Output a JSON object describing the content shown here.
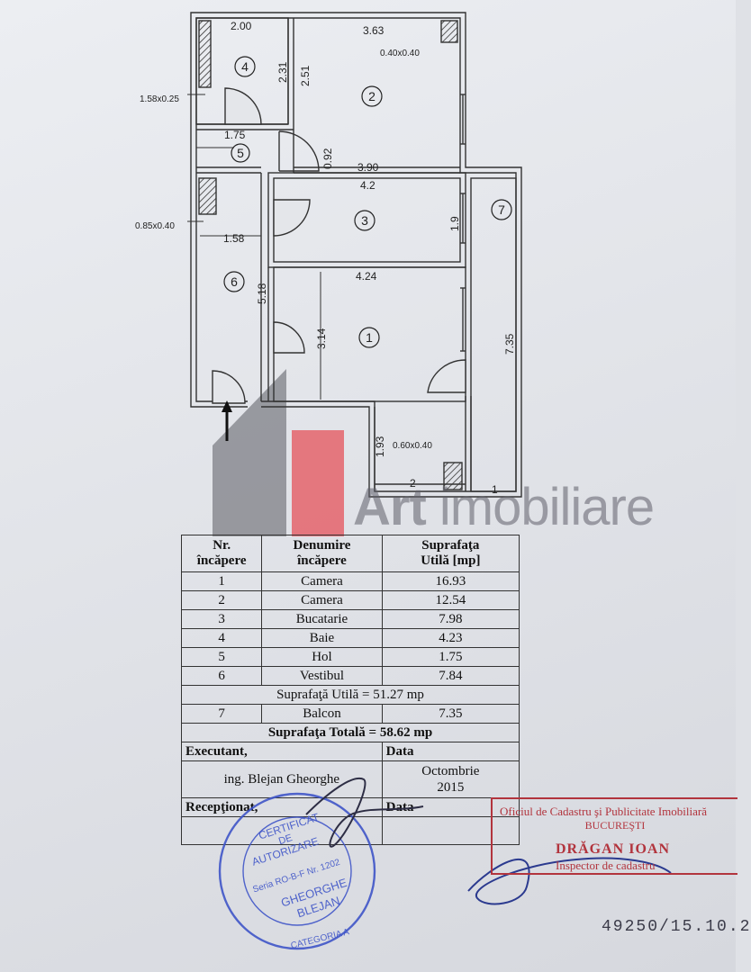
{
  "plan": {
    "dimensions": {
      "d200": "2.00",
      "d363": "3.63",
      "d040x040": "0.40x0.40",
      "d231": "2.31",
      "d251": "2.51",
      "d158x025": "1.58x0.25",
      "d175": "1.75",
      "d092": "0.92",
      "d390": "3.90",
      "d42": "4.2",
      "d19": "1.9",
      "d085x040": "0.85x0.40",
      "d158": "1.58",
      "d424": "4.24",
      "d518": "5.18",
      "d314": "3.14",
      "d735": "7.35",
      "d193": "1.93",
      "d060x040": "0.60x0.40",
      "d2": "2",
      "d1": "1"
    },
    "room_numbers": {
      "r1": "1",
      "r2": "2",
      "r3": "3",
      "r4": "4",
      "r5": "5",
      "r6": "6",
      "r7": "7"
    }
  },
  "watermark": {
    "bold": "Art",
    "light": " imobiliare"
  },
  "table": {
    "headers": {
      "nr": [
        "Nr.",
        "încăpere"
      ],
      "name": [
        "Denumire",
        "încăpere"
      ],
      "area": [
        "Suprafaţa",
        "Utilă [mp]"
      ]
    },
    "rows": [
      {
        "nr": "1",
        "name": "Camera",
        "area": "16.93"
      },
      {
        "nr": "2",
        "name": "Camera",
        "area": "12.54"
      },
      {
        "nr": "3",
        "name": "Bucatarie",
        "area": "7.98"
      },
      {
        "nr": "4",
        "name": "Baie",
        "area": "4.23"
      },
      {
        "nr": "5",
        "name": "Hol",
        "area": "1.75"
      },
      {
        "nr": "6",
        "name": "Vestibul",
        "area": "7.84"
      }
    ],
    "useful_total": "Suprafaţă Utilă = 51.27 mp",
    "balcony": {
      "nr": "7",
      "name": "Balcon",
      "area": "7.35"
    },
    "grand_total": "Suprafaţa Totală = 58.62 mp",
    "executant_label": "Executant,",
    "date_label": "Data",
    "executant_name": "ing. Blejan Gheorghe",
    "exec_date_month": "Octombrie",
    "exec_date_year": "2015",
    "receptionat_label": "Recepţionat,",
    "date_label_2": "Data"
  },
  "stamp_round": {
    "center_lines": [
      "CERTIFICAT",
      "DE",
      "AUTORIZARE",
      "Seria RO-B-F Nr. 1202",
      "GHEORGHE",
      "BLEJAN"
    ],
    "category": "CATEGORIA A"
  },
  "stamp_office": {
    "line1": "Oficiul de Cadastru şi Publicitate Imobiliară",
    "line2": "BUCUREŞTI",
    "name": "DRĂGAN IOAN",
    "title": "Inspector de cadastru"
  },
  "registration_number": "49250/15.10.2",
  "colors": {
    "stamp_blue": "#3f55c8",
    "stamp_red": "#b2343d",
    "watermark_red": "#e46a72"
  }
}
